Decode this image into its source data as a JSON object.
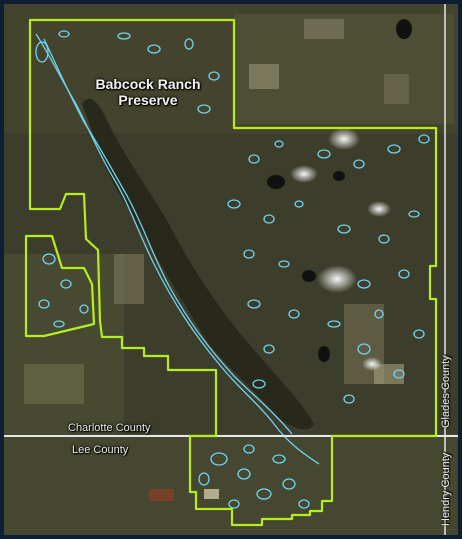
{
  "map": {
    "preserve_name_line1": "Babcock Ranch",
    "preserve_name_line2": "Preserve",
    "county_labels": {
      "charlotte": "Charlotte County",
      "lee": "Lee County",
      "glades": "Glades County",
      "hendry": "Hendry County"
    },
    "colors": {
      "boundary": "#b5ee1f",
      "wetlands": "#6fd3f0",
      "county_line": "#e6e6e6",
      "frame": "#0d1f33"
    }
  }
}
